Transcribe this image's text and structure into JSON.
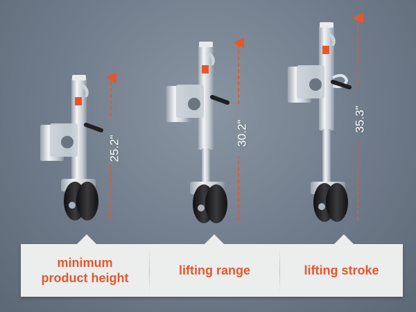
{
  "measurements": [
    {
      "value": "25.2\""
    },
    {
      "value": "30.2\""
    },
    {
      "value": "35.3\""
    }
  ],
  "captions": [
    {
      "label": "minimum product height"
    },
    {
      "label": "lifting range"
    },
    {
      "label": "lifting stroke"
    }
  ],
  "colors": {
    "background": "#717d8c",
    "accent_orange": "#e4572e",
    "panel": "#eceded",
    "steel": "#d6dbe1",
    "wheel": "#1c1c1e"
  },
  "icons": [
    "trailer-jack-image",
    "dimension-arrow"
  ]
}
